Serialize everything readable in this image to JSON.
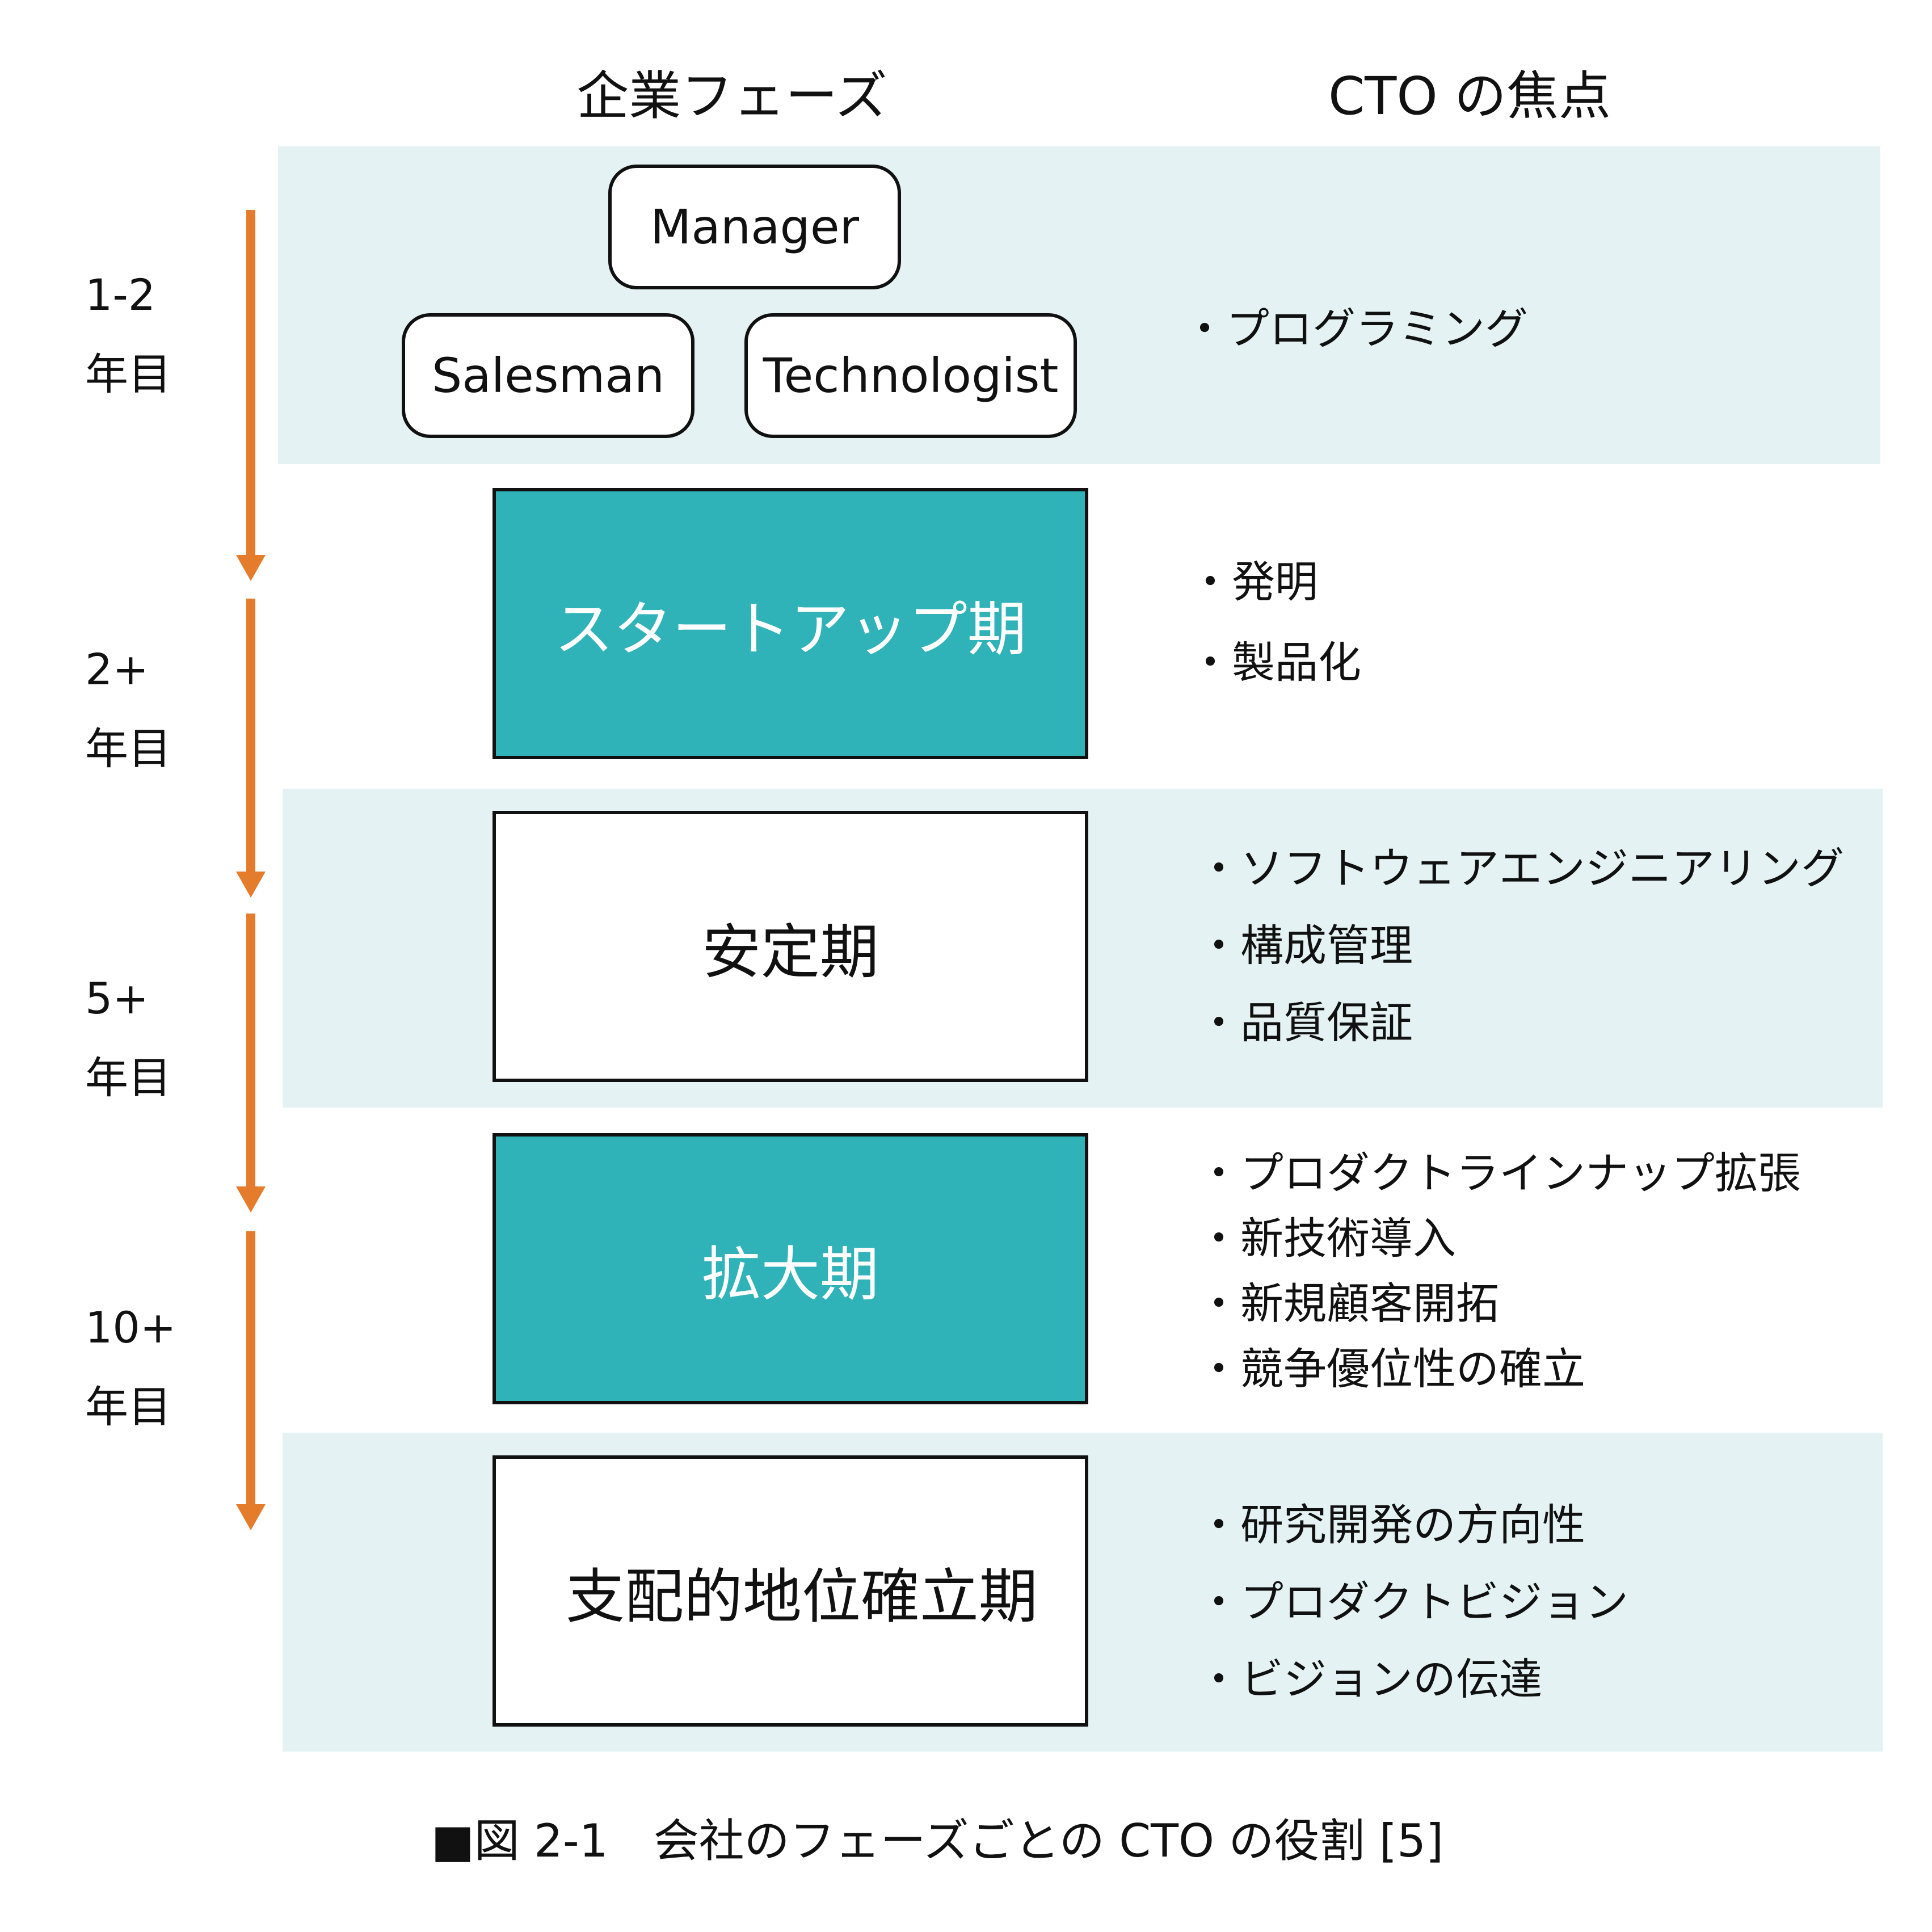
{
  "headers": {
    "phase": "企業フェーズ",
    "focus": "CTO の焦点"
  },
  "roles": [
    "Manager",
    "Salesman",
    "Technologist"
  ],
  "years": [
    {
      "num": "1-2",
      "unit": "年目"
    },
    {
      "num": "2+",
      "unit": "年目"
    },
    {
      "num": "5+",
      "unit": "年目"
    },
    {
      "num": "10+",
      "unit": "年目"
    }
  ],
  "phases": [
    {
      "name": "スタートアップ期",
      "style": "teal"
    },
    {
      "name": "安定期",
      "style": "white"
    },
    {
      "name": "拡大期",
      "style": "teal"
    },
    {
      "name": "支配的地位確立期",
      "style": "white"
    }
  ],
  "focus": {
    "roles": [
      "・プログラミング"
    ],
    "startup": [
      "・発明",
      "・製品化"
    ],
    "stable": [
      "・ソフトウェアエンジニアリング",
      "・構成管理",
      "・品質保証"
    ],
    "expansion": [
      "・プロダクトラインナップ拡張",
      "・新技術導入",
      "・新規顧客開拓",
      "・競争優位性の確立"
    ],
    "dominant": [
      "・研究開発の方向性",
      "・プロダクトビジョン",
      "・ビジョンの伝達"
    ]
  },
  "caption": "■図 2-1　会社のフェーズごとの CTO の役割 [5]",
  "colors": {
    "band": "#e4f2f3",
    "teal": "#30b3b8",
    "arrow": "#e57c2c"
  }
}
